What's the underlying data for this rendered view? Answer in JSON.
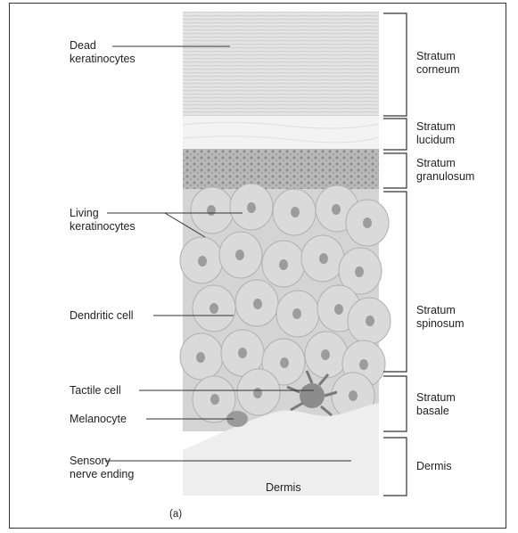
{
  "left_labels": [
    {
      "id": "dead-keratinocytes",
      "text": "Dead\nkeratinocytes"
    },
    {
      "id": "living-keratinocytes",
      "text": "Living\nkeratinocytes"
    },
    {
      "id": "dendritic-cell",
      "text": "Dendritic cell"
    },
    {
      "id": "tactile-cell",
      "text": "Tactile cell"
    },
    {
      "id": "melanocyte",
      "text": "Melanocyte"
    },
    {
      "id": "sensory-nerve-ending",
      "text": "Sensory\nnerve ending"
    }
  ],
  "layers": [
    {
      "id": "stratum-corneum",
      "text": "Stratum\ncorneum"
    },
    {
      "id": "stratum-lucidum",
      "text": "Stratum\nlucidum"
    },
    {
      "id": "stratum-granulosum",
      "text": "Stratum\ngranulosum"
    },
    {
      "id": "stratum-spinosum",
      "text": "Stratum\nspinosum"
    },
    {
      "id": "stratum-basale",
      "text": "Stratum\nbasale"
    },
    {
      "id": "dermis",
      "text": "Dermis"
    }
  ],
  "dermis_inner_label": "Dermis",
  "panel_label": "(a)"
}
